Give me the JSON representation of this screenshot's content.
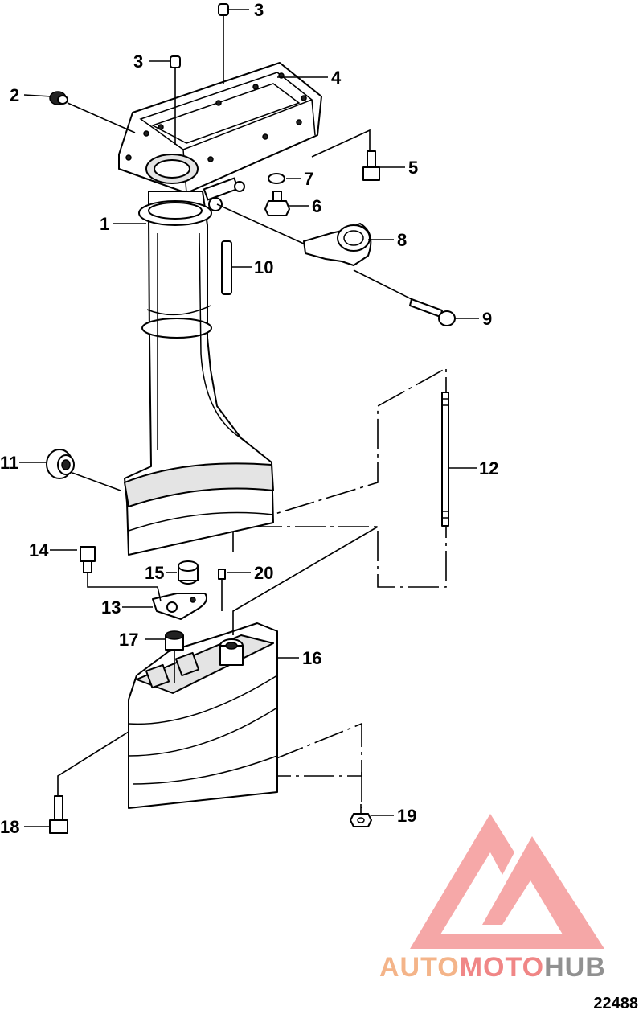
{
  "callouts": {
    "c1": "1",
    "c2": "2",
    "c3a": "3",
    "c3b": "3",
    "c4": "4",
    "c5": "5",
    "c6": "6",
    "c7": "7",
    "c8": "8",
    "c9": "9",
    "c10": "10",
    "c11": "11",
    "c12": "12",
    "c13": "13",
    "c14": "14",
    "c15": "15",
    "c16": "16",
    "c17": "17",
    "c18": "18",
    "c19": "19",
    "c20": "20"
  },
  "watermark": {
    "word_auto": "AUTO",
    "word_moto": "MOTO",
    "word_hub": "HUB",
    "colors": {
      "auto": "#f4b183",
      "moto": "#f08080",
      "hub": "#8c8c8c",
      "triangle": "#f5a3a3"
    }
  },
  "reference_number": "22488"
}
